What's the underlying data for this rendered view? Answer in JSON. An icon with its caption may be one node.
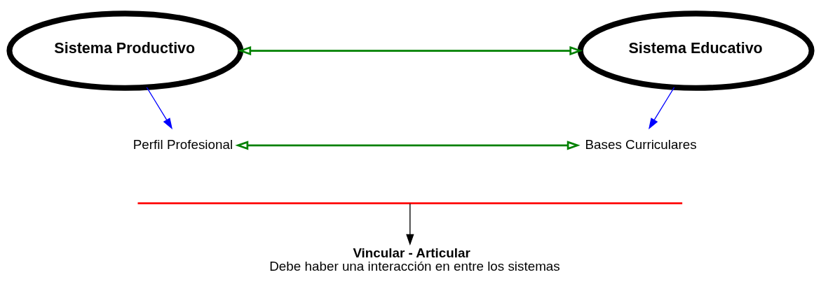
{
  "diagram": {
    "nodes": [
      {
        "text": [
          "Sistema Productivo"
        ]
      },
      {
        "text": [
          "Sistema Educativo"
        ]
      },
      {
        "text": [
          "Perfil Profesional"
        ]
      },
      {
        "text": [
          "Bases Curriculares"
        ]
      },
      {
        "text": [],
        "shape": "bar"
      },
      {
        "text": [
          "Vincular - Articular",
          "Debe haber una interacción en entre los sistemas"
        ]
      }
    ],
    "edges": [
      {
        "from": 0,
        "to": 1,
        "arrow": "both",
        "color": "#008000"
      },
      {
        "from": 0,
        "to": 2,
        "arrow": "to",
        "color": "#0000ff"
      },
      {
        "from": 1,
        "to": 3,
        "arrow": "to",
        "color": "#0000ff"
      },
      {
        "from": 2,
        "to": 3,
        "arrow": "both",
        "color": "#008000"
      },
      {
        "from": 4,
        "to": 5,
        "arrow": "to",
        "color": "#000000"
      }
    ]
  }
}
